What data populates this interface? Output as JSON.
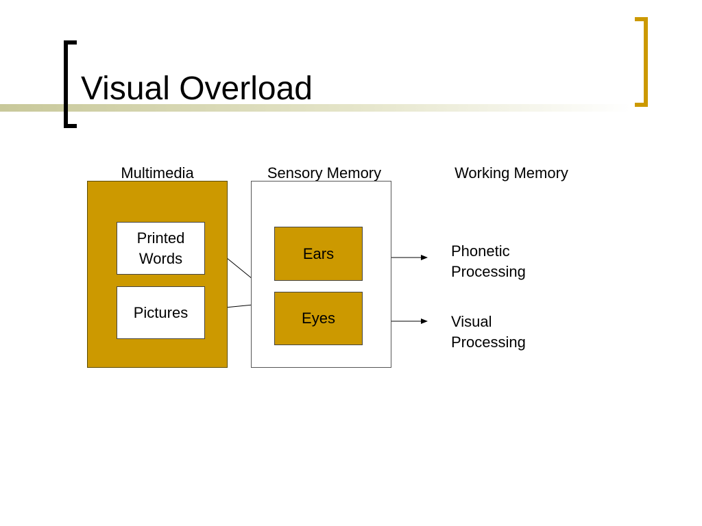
{
  "slide": {
    "title": "Visual Overload"
  },
  "columns": {
    "multimedia": "Multimedia",
    "sensory_memory": "Sensory Memory",
    "working_memory": "Working Memory"
  },
  "multimedia_items": {
    "printed_words_line1": "Printed",
    "printed_words_line2": "Words",
    "pictures": "Pictures"
  },
  "sensory_items": {
    "ears": "Ears",
    "eyes": "Eyes"
  },
  "working_items": {
    "phonetic_line1": "Phonetic",
    "phonetic_line2": "Processing",
    "visual_line1": "Visual",
    "visual_line2": "Processing"
  },
  "colors": {
    "accent_gold": "#cc9900",
    "bracket_black": "#000000",
    "title_bar_gradient_start": "#c8c89a"
  }
}
